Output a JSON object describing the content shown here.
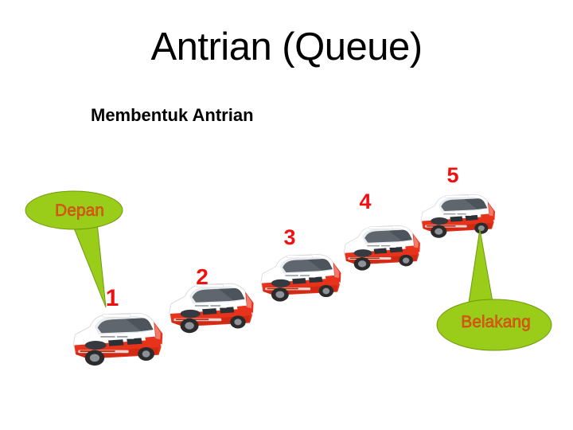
{
  "slide": {
    "title": "Antrian (Queue)",
    "subtitle": "Membentuk Antrian",
    "background_color": "#ffffff"
  },
  "colors": {
    "title_text": "#000000",
    "number_text": "#ee1111",
    "callout_fill": "#9acd19",
    "callout_border": "#6f9a0d",
    "callout_text": "#ef5316",
    "car_body": "#ffffff",
    "car_accent": "#e8331c",
    "car_glass": "#5a6068"
  },
  "queue": {
    "items": [
      {
        "number": "1",
        "car_icon": "race-car-icon"
      },
      {
        "number": "2",
        "car_icon": "race-car-icon"
      },
      {
        "number": "3",
        "car_icon": "race-car-icon"
      },
      {
        "number": "4",
        "car_icon": "race-car-icon"
      },
      {
        "number": "5",
        "car_icon": "race-car-icon"
      }
    ]
  },
  "callouts": {
    "front": {
      "label": "Depan",
      "icon": "callout-balloon-icon",
      "points_to": "1"
    },
    "back": {
      "label": "Belakang",
      "icon": "callout-balloon-icon",
      "points_to": "5"
    }
  }
}
